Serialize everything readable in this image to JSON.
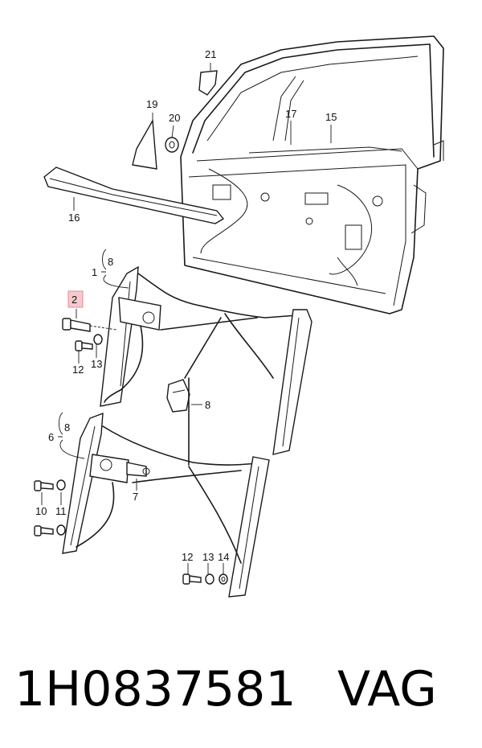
{
  "callouts": {
    "c21": "21",
    "c19": "19",
    "c20": "20",
    "c17": "17",
    "c15": "15",
    "c16": "16",
    "c8a": "8",
    "c1": "1",
    "c2": "2",
    "c12a": "12",
    "c13a": "13",
    "c8b": "8",
    "c6": "6",
    "c8c": "8",
    "c7": "7",
    "c10": "10",
    "c11": "11",
    "c12b": "12",
    "c13b": "13",
    "c14": "14"
  },
  "highlighted_callout": "2",
  "highlight_color": "#f7c9cf",
  "caption": {
    "part_number": "1H0837581",
    "brand": "VAG"
  }
}
